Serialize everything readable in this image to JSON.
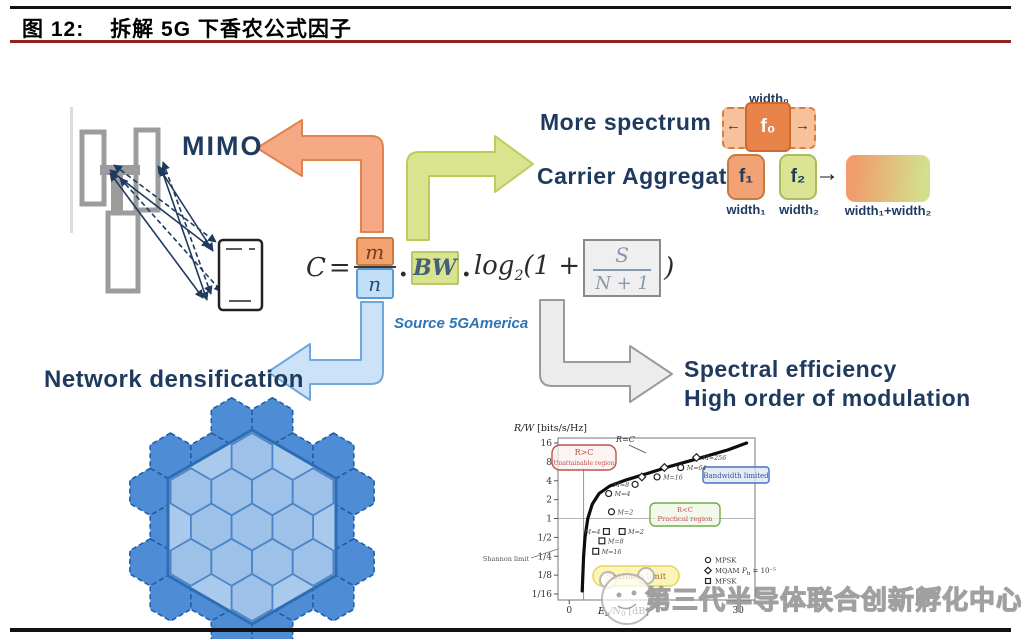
{
  "header": {
    "figure_label": "图 12:",
    "title": "拆解 5G 下香农公式因子"
  },
  "labels": {
    "mimo": "MIMO",
    "more_spectrum": "More spectrum",
    "carrier_aggregation": "Carrier Aggregation",
    "network_densification": "Network densification",
    "spectral_efficiency": "Spectral efficiency",
    "high_order_modulation": "High order of modulation",
    "source_note": "Source 5GAmerica"
  },
  "formula": {
    "capacity": "C",
    "equals": "=",
    "numerator": "m",
    "denominator": "n",
    "dot_1": ".",
    "bandwidth": "BW",
    "dot_2": ".",
    "log_base": "log",
    "log_subscript": "2",
    "open_bracket": "(1 +",
    "signal": "S",
    "noise": "N + 1",
    "close_bracket": ")"
  },
  "spectrum": {
    "width0_label": "width₀",
    "f0_label": "f₀",
    "left_arrow": "←",
    "right_arrow": "→",
    "f1_label": "f₁",
    "width1_label": "width₁",
    "f2_label": "f₂",
    "width2_label": "width₂",
    "combine_arrow": "→",
    "combined_label": "width₁+width₂"
  },
  "chart_data": {
    "type": "scatter",
    "description": "Bandwidth-efficiency plane: R/W versus Eb/N0 with Shannon capacity boundary",
    "ylabel_main": "R/W",
    "ylabel_unit": " [bits/s/Hz]",
    "xlabel_parts": {
      "sym": "E",
      "sym_sub": "b",
      "mid": "/N",
      "mid_sub": "0",
      "unit": " [dB]"
    },
    "x_range": [
      -2,
      33
    ],
    "x_ticks": [
      {
        "value": 0,
        "label": "0"
      },
      {
        "value": 30,
        "label": "30"
      }
    ],
    "y_scale": "log2",
    "y_ticks": [
      {
        "value": 16,
        "label": "16"
      },
      {
        "value": 8,
        "label": "8"
      },
      {
        "value": 4,
        "label": "4"
      },
      {
        "value": 2,
        "label": "2"
      },
      {
        "value": 1,
        "label": "1"
      },
      {
        "value": 0.5,
        "label": "1/2"
      },
      {
        "value": 0.25,
        "label": "1/4"
      },
      {
        "value": 0.125,
        "label": "1/8"
      },
      {
        "value": 0.0625,
        "label": "1/16"
      }
    ],
    "capacity_curve": {
      "label": "R=C",
      "points": [
        [
          2.3,
          0.07
        ],
        [
          2.4,
          0.12
        ],
        [
          2.55,
          0.25
        ],
        [
          2.8,
          0.5
        ],
        [
          3.3,
          1
        ],
        [
          4.1,
          1.7
        ],
        [
          5.3,
          2.5
        ],
        [
          7.2,
          3.3
        ],
        [
          10,
          4.1
        ],
        [
          13.8,
          5.2
        ],
        [
          18.2,
          6.9
        ],
        [
          23.2,
          9.2
        ],
        [
          28.2,
          12.4
        ],
        [
          31.5,
          16
        ]
      ]
    },
    "series": [
      {
        "name": "MPSK",
        "marker": "circle",
        "points": [
          {
            "x": 7.5,
            "y": 1.28,
            "label": "M=2"
          },
          {
            "x": 7.0,
            "y": 2.5,
            "label": "M=4"
          },
          {
            "x": 11.7,
            "y": 3.5,
            "label": "M=8",
            "label_side": "left"
          },
          {
            "x": 15.6,
            "y": 4.6,
            "label": "M=16"
          },
          {
            "x": 19.8,
            "y": 6.5,
            "label": "M=64"
          }
        ]
      },
      {
        "name": "MQAM",
        "marker": "diamond",
        "points": [
          {
            "x": 12.9,
            "y": 4.6
          },
          {
            "x": 16.9,
            "y": 6.5
          },
          {
            "x": 22.6,
            "y": 9.4,
            "label": "M=256"
          }
        ]
      },
      {
        "name": "MFSK",
        "marker": "square",
        "points": [
          {
            "x": 6.6,
            "y": 0.62,
            "label": "M=4",
            "label_side": "left"
          },
          {
            "x": 9.4,
            "y": 0.62,
            "label": "M=2"
          },
          {
            "x": 5.8,
            "y": 0.44,
            "label": "M=8"
          },
          {
            "x": 4.7,
            "y": 0.3,
            "label": "M=16"
          }
        ]
      }
    ],
    "legend": {
      "entries": [
        {
          "marker": "circle",
          "label": "MPSK"
        },
        {
          "marker": "diamond",
          "label": "MQAM"
        },
        {
          "marker": "square",
          "label": "MFSK"
        }
      ],
      "note_sym": "P",
      "note_sub": "b",
      "note_rest": " = 10⁻⁵"
    },
    "regions": [
      {
        "id": "unattainable",
        "lines": [
          "R>C",
          "Unattainable region"
        ],
        "stroke": "#C0504D",
        "fill": "#FBEFEF",
        "text_color": "#C0504D"
      },
      {
        "id": "bandwidth_limited",
        "lines": [
          "Bandwidth limited"
        ],
        "stroke": "#4472C4",
        "fill": "#DCE6F6",
        "text_color": "#2F5597"
      },
      {
        "id": "practical",
        "lines": [
          "R<C",
          "Practical region"
        ],
        "stroke": "#70AD47",
        "fill": "#EDF5E5",
        "text_color": "#C0504D"
      },
      {
        "id": "shannon_limit_box",
        "lines": [
          "Shannon limit"
        ],
        "stroke": "#E6D35C",
        "fill": "#FAF1A0",
        "text_color": "#A3622F"
      }
    ],
    "annotations": [
      {
        "id": "r_equals_c",
        "text": "R=C"
      },
      {
        "id": "shannon_limit_left",
        "text": "Shannon limit"
      }
    ],
    "gridlines": {
      "horizontal_at": 1,
      "vertical_at": 2.55
    }
  },
  "watermark": {
    "text": "第三代半导体联合创新孵化中心",
    "logo": "panda-face"
  },
  "colors": {
    "navy_text": "#1E3A5F",
    "header_rule_red": "#8E251D",
    "mimo_arrow": "#F5A984",
    "spectrum_arrow": "#DAE48F",
    "densification_arrow": "#CBE2F8",
    "efficiency_arrow": "#ECECEC",
    "m_box": "#F2A26E",
    "n_box": "#C3DFF7",
    "bw_box": "#DAE48F",
    "snr_box": "#EFEFEF",
    "f0_box": "#E8834A",
    "f1_box": "#F2A375",
    "f2_box": "#DAE492",
    "hex_fill": "#A9C9ED",
    "hex_border": "#2E6DB4"
  }
}
